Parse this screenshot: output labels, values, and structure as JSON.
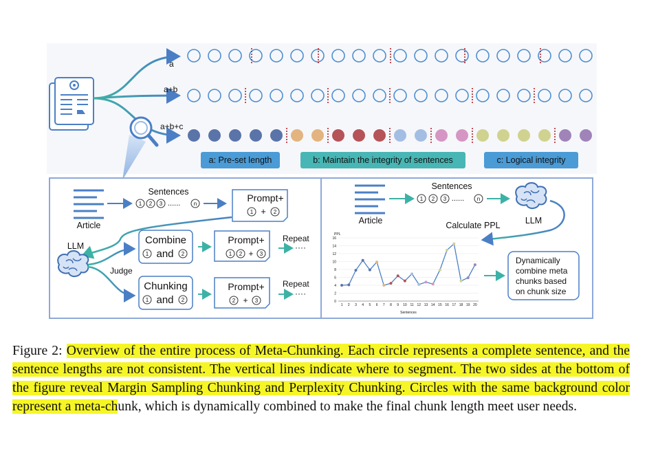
{
  "rows": {
    "a": {
      "label": "a"
    },
    "ab": {
      "label": "a+b"
    },
    "abc": {
      "label": "a+b+c"
    }
  },
  "row_a_circle_count": 20,
  "row_ab_circle_count": 20,
  "row_abc_colors": [
    "#5a74a9",
    "#5a74a9",
    "#5a74a9",
    "#5a74a9",
    "#5a74a9",
    "#e3b47f",
    "#e3b47f",
    "#b55358",
    "#b55358",
    "#b55358",
    "#a4bee3",
    "#a4bee3",
    "#d596c4",
    "#d596c4",
    "#d0d28f",
    "#d0d28f",
    "#d0d28f",
    "#d0d28f",
    "#a083b8",
    "#a083b8"
  ],
  "colors": {
    "empty_circle_stroke": "#4f8ed1",
    "cut_line": "#b2202a",
    "arrow": "#4a7fc5",
    "teal": "#3cb2a6",
    "tag_blue": "#4a9bd6",
    "tag_teal": "#47b6b4",
    "panel_border": "#8ea8d8",
    "highlight": "#f6f626"
  },
  "tags": {
    "a": "a: Pre-set length",
    "b": "b: Maintain the integrity of sentences",
    "c": "c: Logical integrity"
  },
  "left_panel": {
    "sentences": "Sentences",
    "article": "Article",
    "seq": [
      "1",
      "2",
      "3",
      "......",
      "n"
    ],
    "prompt_top": "Prompt+",
    "prompt_top_nums": [
      "1",
      "2"
    ],
    "llm": "LLM",
    "judge": "Judge",
    "combine": "Combine",
    "chunking": "Chunking",
    "and": "and",
    "pair": [
      "1",
      "2"
    ],
    "prompt_combine": "Prompt+",
    "prompt_combine_nums": [
      "1",
      "2",
      "3"
    ],
    "prompt_chunk": "Prompt+",
    "prompt_chunk_nums": [
      "2",
      "3"
    ],
    "repeat": "Repeat",
    "dots": "····"
  },
  "right_panel": {
    "sentences": "Sentences",
    "article": "Article",
    "seq": [
      "1",
      "2",
      "3",
      "......",
      "n"
    ],
    "llm": "LLM",
    "calc": "Calculate PPL",
    "dyn": [
      "Dynamically",
      "combine meta",
      "chunks based",
      "on chunk size"
    ]
  },
  "chart_data": {
    "type": "line",
    "title": "",
    "xlabel": "Sentences",
    "ylabel": "PPL",
    "x": [
      1,
      2,
      3,
      4,
      5,
      6,
      7,
      8,
      9,
      10,
      11,
      12,
      13,
      14,
      15,
      16,
      17,
      18,
      19,
      20
    ],
    "y": [
      4,
      4.1,
      7.8,
      10.3,
      7.9,
      9.9,
      4,
      4.5,
      6.4,
      5.1,
      6.9,
      4.2,
      4.8,
      4.3,
      7.9,
      12.9,
      14.5,
      5.1,
      5.9,
      9.2
    ],
    "point_colors": [
      "#5a74a9",
      "#5a74a9",
      "#5a74a9",
      "#5a74a9",
      "#5a74a9",
      "#e3b47f",
      "#e3b47f",
      "#b55358",
      "#b55358",
      "#b55358",
      "#a4bee3",
      "#a4bee3",
      "#d596c4",
      "#d596c4",
      "#d0d28f",
      "#d0d28f",
      "#d0d28f",
      "#d0d28f",
      "#a083b8",
      "#a083b8"
    ],
    "ylim": [
      0,
      16
    ],
    "yticks": [
      0,
      2,
      4,
      6,
      8,
      10,
      12,
      14,
      16
    ],
    "grid": true
  },
  "caption": {
    "prefix": "Figure 2: ",
    "highlighted": "Overview of the entire process of Meta-Chunking. Each circle represents a complete sentence, and the sentence lengths are not consistent. The vertical lines indicate where to segment. The two sides at the bottom of the figure reveal Margin Sampling Chunking and Perplexity Chunking. Circles with the same background color represent a meta-ch",
    "rest": "unk, which is dynamically combined to make the final chunk length meet user needs."
  }
}
